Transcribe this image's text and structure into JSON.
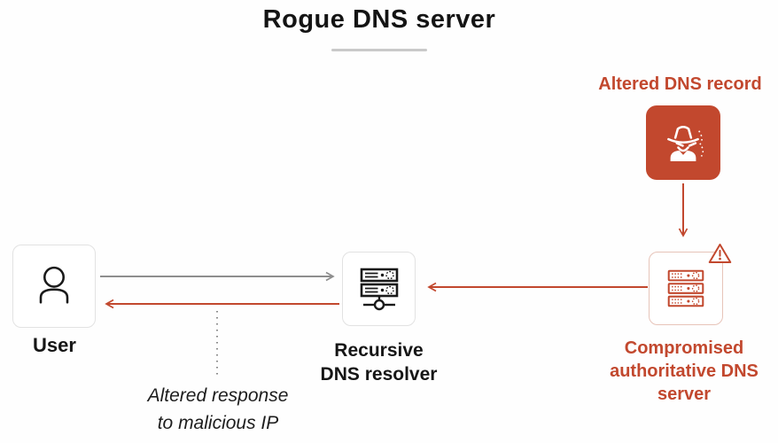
{
  "title": "Rogue DNS server",
  "attacker": {
    "label": "Altered DNS record"
  },
  "nodes": {
    "user": {
      "label": "User"
    },
    "resolver": {
      "lines": [
        "Recursive",
        "DNS resolver"
      ]
    },
    "compromised": {
      "lines": [
        "Compromised",
        "authoritative DNS",
        "server"
      ]
    }
  },
  "annotation": {
    "lines": [
      "Altered response",
      "to malicious IP"
    ]
  },
  "icons": {
    "attacker": "hacker-spy-icon",
    "resolver": "server-network-icon",
    "compromised": "server-stack-icon",
    "user": "person-icon",
    "warning": "warning-triangle-icon"
  },
  "colors": {
    "accent_red": "#c2482e",
    "arrow_gray": "#8e8e8e",
    "box_border_gray": "#e2e2e2",
    "box_border_red": "#e7c4b9",
    "text_black": "#161616",
    "background": "#fefefe"
  }
}
